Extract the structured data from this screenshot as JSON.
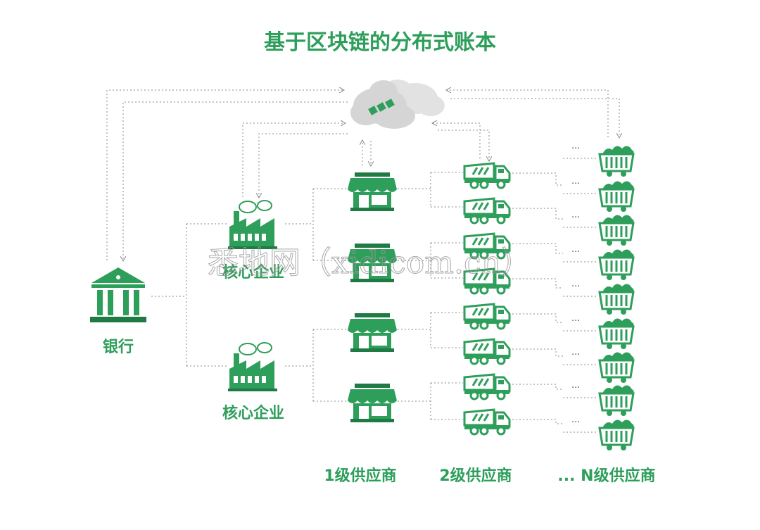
{
  "title": "基于区块链的分布式账本",
  "nodes": {
    "bank": "银行",
    "core_enterprise_1": "核心企业",
    "core_enterprise_2": "核心企业",
    "ellipsis": "..."
  },
  "tiers": {
    "tier1": "1级供应商",
    "tier2": "2级供应商",
    "tierN": "... N级供应商"
  },
  "watermark": "悉地网（xidicom.cn）",
  "colors": {
    "accent": "#2e9e5b",
    "dark": "#1f7a44",
    "cloud": "#d9d9d9"
  }
}
